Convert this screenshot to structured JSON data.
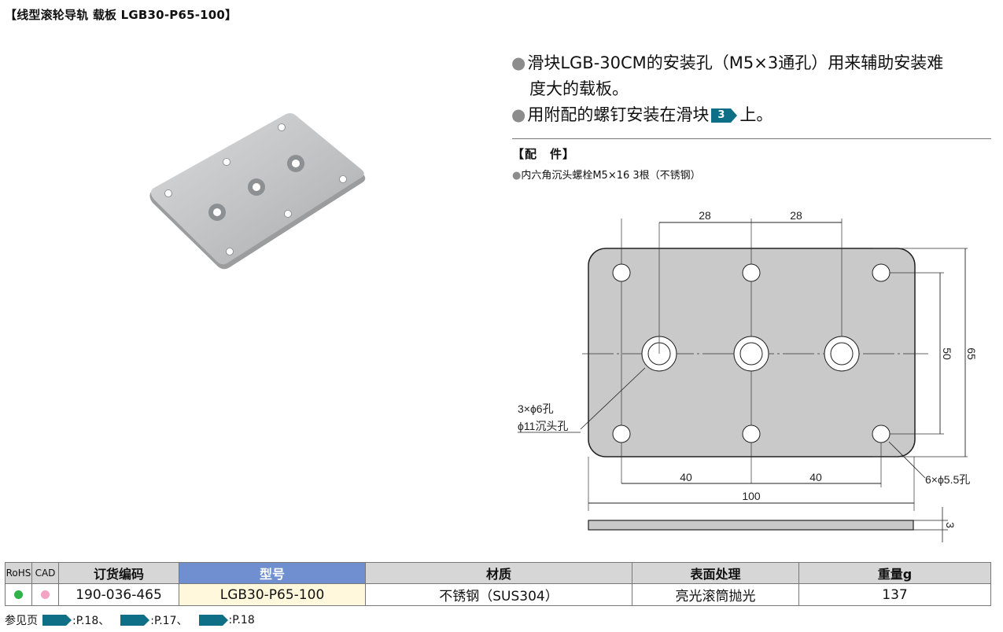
{
  "header": {
    "title": "【线型滚轮导轨 载板 LGB30-P65-100】"
  },
  "description": {
    "bullet1_line1": "滑块LGB-30CM的安装孔（M5×3通孔）用来辅助安装难",
    "bullet1_line2": "度大的载板。",
    "bullet2_before": "用附配的螺钉安装在滑块",
    "bullet2_badge": "3",
    "bullet2_after": "上。",
    "bullet_symbol": "●"
  },
  "accessories": {
    "heading": "【配　件】",
    "item": "内六角沉头螺栓M5×16 3根（不锈钢）"
  },
  "drawing": {
    "dim_28_left": "28",
    "dim_28_right": "28",
    "dim_50": "50",
    "dim_65": "65",
    "dim_40_left": "40",
    "dim_40_right": "40",
    "dim_100": "100",
    "dim_3": "3",
    "note_countersink_1": "3×ϕ6孔",
    "note_countersink_2": "ϕ11沉头孔",
    "note_holes": "6×ϕ5.5孔"
  },
  "table": {
    "headers": {
      "rohs": "RoHS",
      "cad": "CAD",
      "order_code": "订货编码",
      "model": "型号",
      "material": "材质",
      "surface": "表面处理",
      "weight": "重量g"
    },
    "row": {
      "order_code": "190-036-465",
      "model": "LGB30-P65-100",
      "material": "不锈钢（SUS304）",
      "surface": "亮光滚筒抛光",
      "weight": "137",
      "rohs_color": "#2fb34a",
      "cad_color": "#f3a3c4"
    }
  },
  "references": {
    "label": "参见页",
    "pages": [
      ":P.18、",
      ":P.17、",
      ":P.18"
    ]
  }
}
